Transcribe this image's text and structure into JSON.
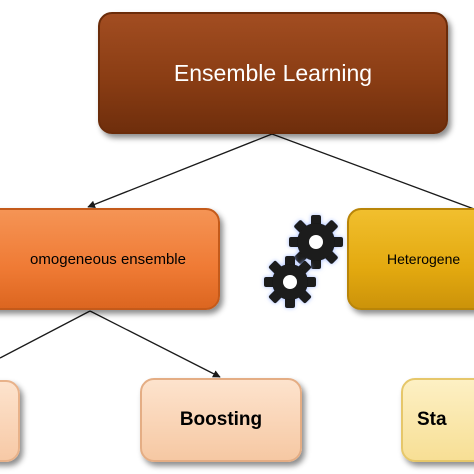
{
  "diagram": {
    "root": {
      "label": "Ensemble Learning"
    },
    "homogeneous": {
      "label": "omogeneous ensemble"
    },
    "heterogeneous": {
      "label": "Heterogene"
    },
    "leaves": {
      "boosting": {
        "label": "Boosting"
      },
      "stacking": {
        "label": "Sta"
      }
    },
    "decor": {
      "gears_icon": "gears-icon"
    }
  }
}
